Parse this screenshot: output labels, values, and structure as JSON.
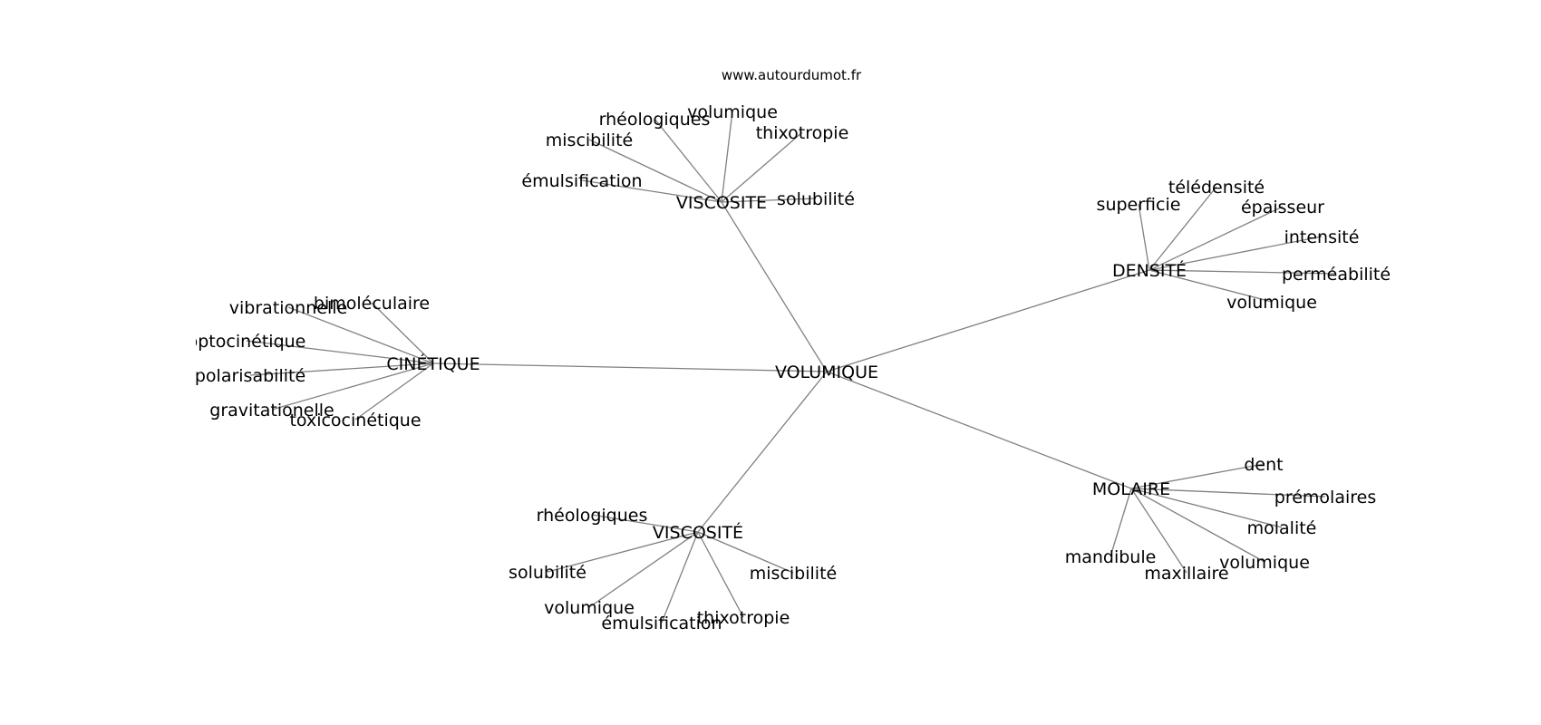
{
  "source": "www.autourdumot.fr",
  "root": "VOLUMIQUE",
  "clusters": [
    {
      "label": "VISCOSITE",
      "leaves": [
        "émulsification",
        "miscibilité",
        "rhéologiques",
        "volumique",
        "thixotropie",
        "solubilité"
      ]
    },
    {
      "label": "DENSITÉ",
      "leaves": [
        "superficie",
        "télédensité",
        "épaisseur",
        "intensité",
        "perméabilité",
        "volumique"
      ]
    },
    {
      "label": "CINÉTIQUE",
      "leaves": [
        "vibrationnelle",
        "bimoléculaire",
        "optocinétique",
        "polarisabilité",
        "gravitationelle",
        "toxicocinétique"
      ]
    },
    {
      "label": "MOLAIRE",
      "leaves": [
        "dent",
        "prémolaires",
        "molalité",
        "volumique",
        "maxillaire",
        "mandibule"
      ]
    },
    {
      "label": "VISCOSITÉ",
      "leaves": [
        "rhéologiques",
        "solubilité",
        "volumique",
        "émulsification",
        "thixotropie",
        "miscibilité"
      ]
    }
  ]
}
